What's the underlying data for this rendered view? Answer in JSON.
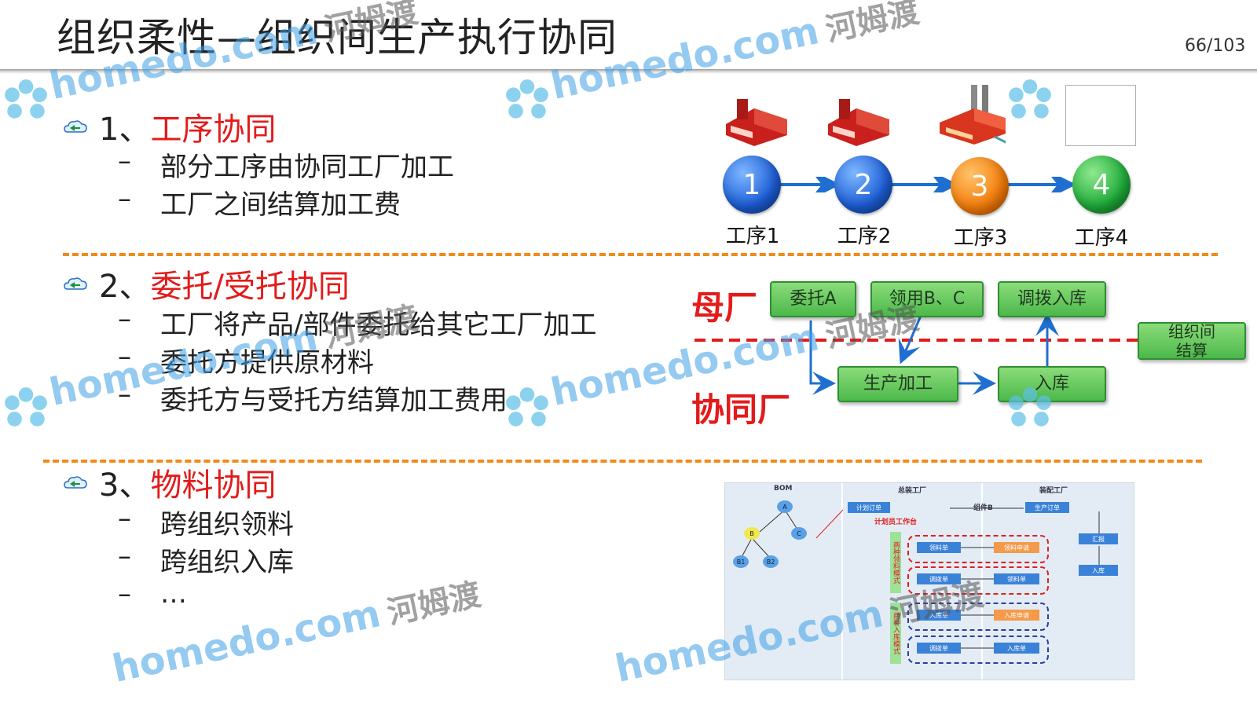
{
  "slide": {
    "title": "组织柔性—组织间生产执行协同",
    "page_number": "66/103"
  },
  "sections": [
    {
      "number": "1、",
      "name": "工序协同",
      "points": [
        "部分工序由协同工厂加工",
        "工厂之间结算加工费"
      ]
    },
    {
      "number": "2、",
      "name": "委托/受托协同",
      "points": [
        "工厂将产品/部件委托给其它工厂加工",
        "委托方提供原材料",
        "委托方与受托方结算加工费用"
      ]
    },
    {
      "number": "3、",
      "name": "物料协同",
      "points": [
        "跨组织领料",
        "跨组织入库",
        "…"
      ]
    }
  ],
  "dash": "–",
  "process_flow": {
    "steps": [
      {
        "number": "1",
        "label": "工序1",
        "color": "#1d5fd8"
      },
      {
        "number": "2",
        "label": "工序2",
        "color": "#1d5fd8"
      },
      {
        "number": "3",
        "label": "工序3",
        "color": "#f57d0a"
      },
      {
        "number": "4",
        "label": "工序4",
        "color": "#1fae3a"
      }
    ]
  },
  "delegation_flow": {
    "parent_factory": "母厂",
    "partner_factory": "协同厂",
    "boxes": {
      "delegate_a": "委托A",
      "pick_bc": "领用B、C",
      "transfer_in": "调拨入库",
      "production": "生产加工",
      "warehouse_in": "入库",
      "inter_org_settlement": "组织间\n结算"
    },
    "divider_color": "#e31b1b"
  },
  "material_diagram": {
    "panels": [
      "BOM",
      "总装工厂",
      "装配工厂"
    ],
    "nodes": [
      "A",
      "B",
      "C",
      "B1",
      "B2"
    ],
    "plan_order": "计划订单",
    "plan_workbench": "计划员工作台",
    "component": "组件B",
    "production_order": "生产订单",
    "report": "汇报",
    "stock_in": "入库",
    "picking_modes": "两种领料模式",
    "stockin_modes": "两种入库模式",
    "rows": [
      {
        "left": "领料单",
        "right": "领料申请"
      },
      {
        "left": "调拨单",
        "right": "领料单"
      },
      {
        "left": "入库单",
        "right": "入库申请"
      },
      {
        "left": "调拨单",
        "right": "入库单"
      }
    ]
  },
  "watermark": {
    "brand": "homedo.com",
    "cn": "河姆渡",
    "color": "#3fa0e6"
  },
  "colors": {
    "accent_red": "#e31b1b",
    "separator_orange": "#f28a1a",
    "box_green": "#4cb84a",
    "arrow_blue": "#1f6fd1"
  }
}
